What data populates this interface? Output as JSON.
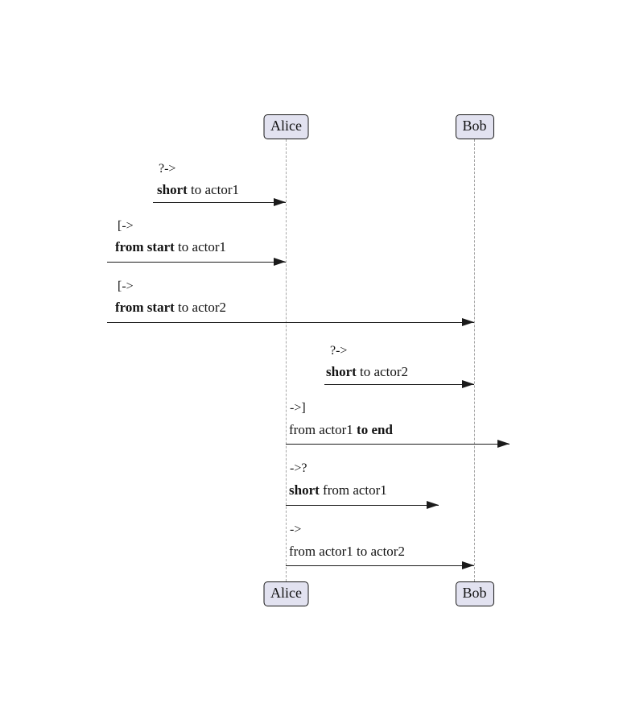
{
  "diagram": {
    "type": "sequence-diagram",
    "actors": {
      "left": "Alice",
      "right": "Bob"
    },
    "colors": {
      "background": "#FFFFFF",
      "actor_fill": "#E2E2F0",
      "actor_border": "#181818",
      "lifeline": "#A6A6A6",
      "arrow": "#1B1B1B",
      "text": "#121212"
    },
    "messages": [
      {
        "op": "?->",
        "part1": "short",
        "part2": " to actor1"
      },
      {
        "op": "[->",
        "part1": "from start",
        "part2": " to actor1"
      },
      {
        "op": "[->",
        "part1": "from start",
        "part2": " to actor2"
      },
      {
        "op": "?->",
        "part1": "short",
        "part2": " to actor2"
      },
      {
        "op": "->]",
        "part1": "from actor1 ",
        "part2": "to end"
      },
      {
        "op": "->?",
        "part1": "short",
        "part2": " from actor1"
      },
      {
        "op": "->",
        "part1": "from actor1 to actor2"
      }
    ]
  }
}
